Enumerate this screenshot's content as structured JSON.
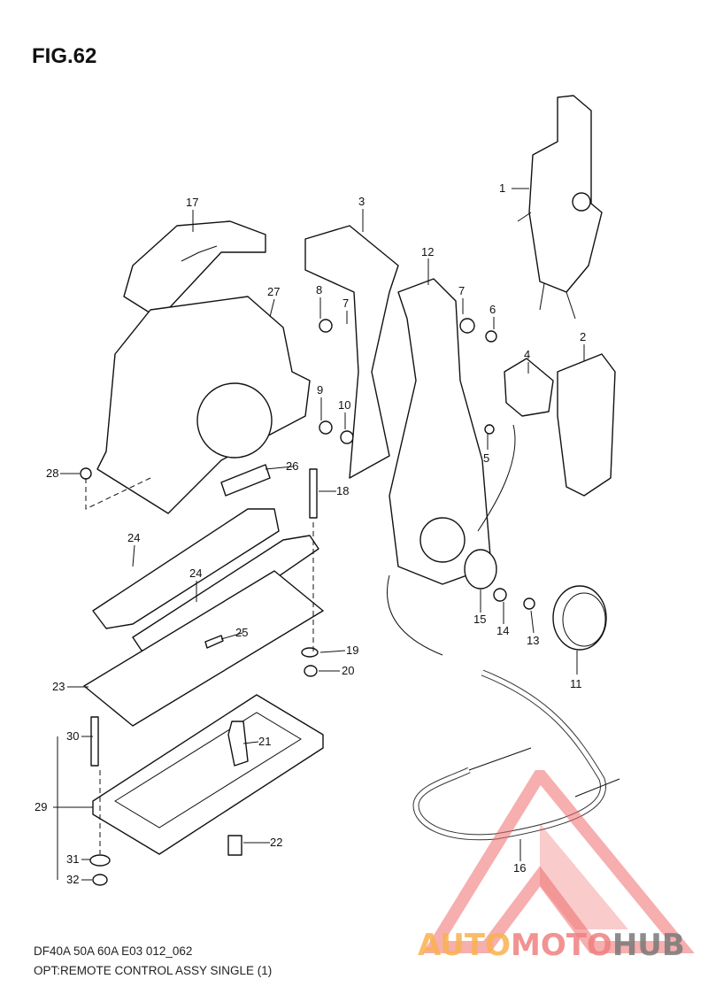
{
  "figure": {
    "title": "FIG.62",
    "caption_line1": "DF40A 50A 60A E03 012_062",
    "caption_line2": "OPT:REMOTE CONTROL ASSY SINGLE (1)"
  },
  "callouts": {
    "p1": "1",
    "p2": "2",
    "p3": "3",
    "p4": "4",
    "p5": "5",
    "p6": "6",
    "p7a": "7",
    "p7b": "7",
    "p8": "8",
    "p9": "9",
    "p10": "10",
    "p11": "11",
    "p12": "12",
    "p13": "13",
    "p14": "14",
    "p15": "15",
    "p16": "16",
    "p17": "17",
    "p18": "18",
    "p19": "19",
    "p20": "20",
    "p21": "21",
    "p22": "22",
    "p23": "23",
    "p24a": "24",
    "p24b": "24",
    "p25": "25",
    "p26": "26",
    "p27": "27",
    "p28": "28",
    "p29": "29",
    "p30": "30",
    "p31": "31",
    "p32": "32"
  },
  "watermark": {
    "part1": "AUTO",
    "part2": "MOTO",
    "part3": "HUB",
    "colors": {
      "auto": "#f9b24e",
      "moto": "#f08080",
      "hub": "#7a7a7a",
      "triangle": "#ef6b6b"
    }
  }
}
